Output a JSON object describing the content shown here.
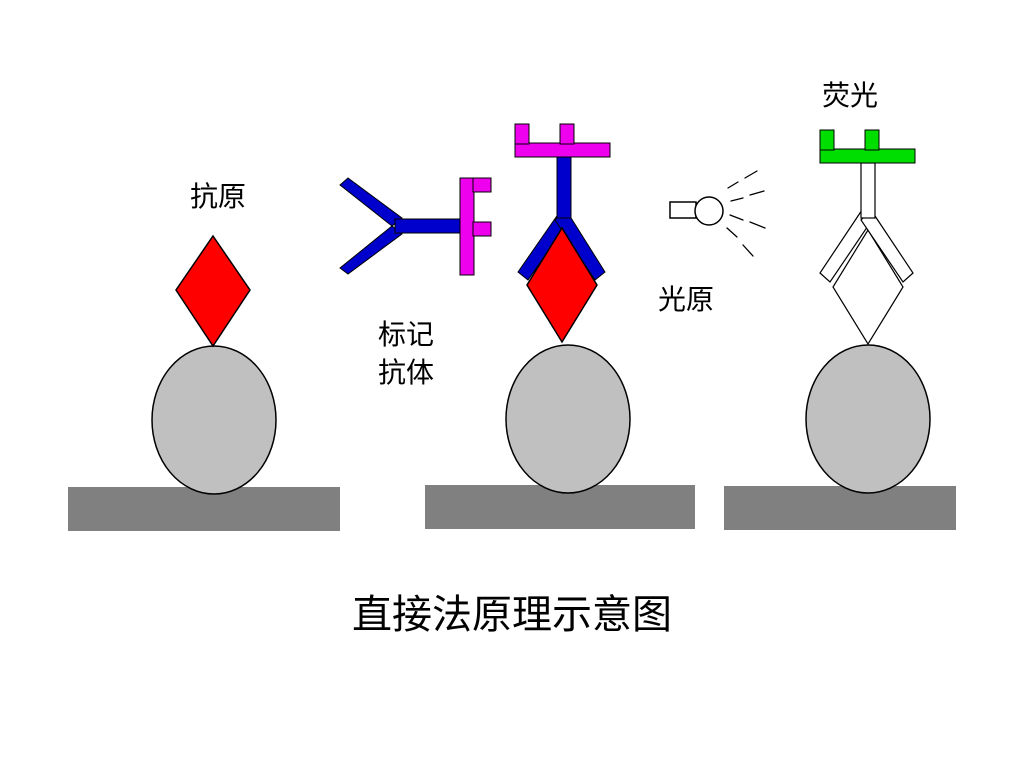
{
  "title": "直接法原理示意图",
  "labels": {
    "antigen": "抗原",
    "labeled_antibody_line1": "标记",
    "labeled_antibody_line2": "抗体",
    "light_source": "光原",
    "fluorescence": "荧光"
  },
  "colors": {
    "antigen": "#ff0000",
    "antibody": "#0000cc",
    "label_marker": "#ee00ee",
    "fluorescence_marker": "#00dd00",
    "bead": "#c0c0c0",
    "base": "#808080",
    "outline": "#000000"
  }
}
